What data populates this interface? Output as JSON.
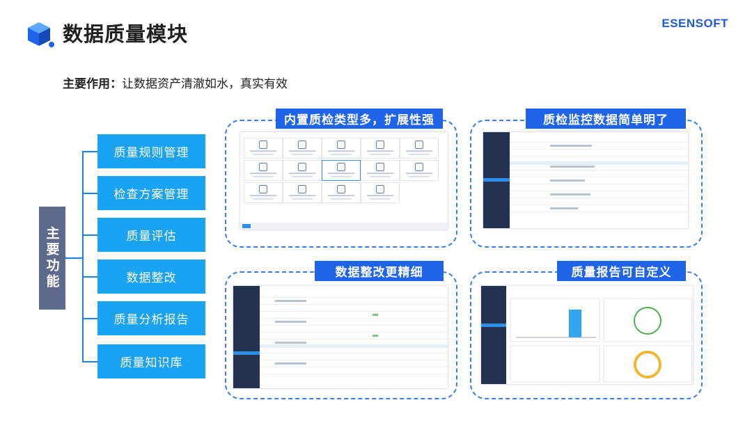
{
  "header": {
    "title": "数据质量模块",
    "brand": "ESENSOFT"
  },
  "subtitle": {
    "label": "主要作用：",
    "text": "让数据资产清澈如水，真实有效"
  },
  "main_label": "主要功能",
  "functions": [
    "质量规则管理",
    "检查方案管理",
    "质量评估",
    "数据整改",
    "质量分析报告",
    "质量知识库"
  ],
  "panels": [
    {
      "title": "内置质检类型多，扩展性强"
    },
    {
      "title": "质检监控数据简单明了"
    },
    {
      "title": "数据整改更精细"
    },
    {
      "title": "质量报告可自定义"
    }
  ],
  "colors": {
    "accent": "#1e63e8",
    "function_box": "#1aa3f2",
    "main_label_bg": "#5d6a8c",
    "brand": "#1e5bd6",
    "screenshot_sidebar": "#22324f",
    "chart_bar": "#2ea7f0",
    "chart_ring_green": "#4caf50"
  },
  "icons": {
    "logo": "blue-cube-logo"
  }
}
